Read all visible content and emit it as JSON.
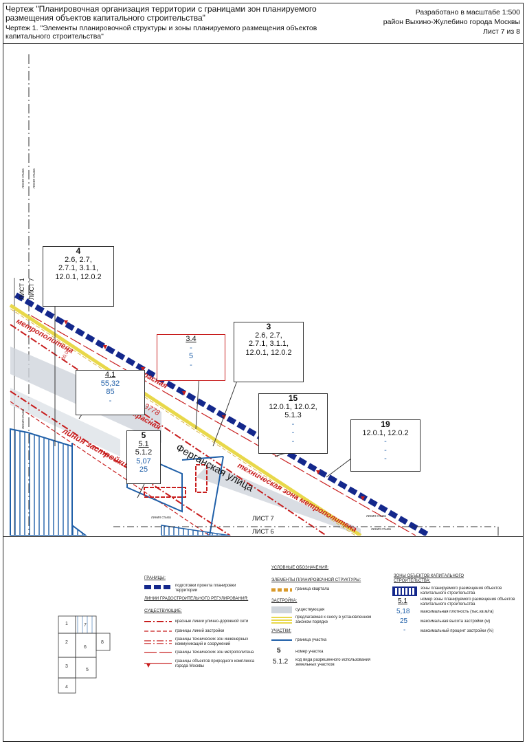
{
  "header": {
    "title": "Чертеж \"Планировочная организация территории с границами зон планируемого размещения объектов капитального строительства\"",
    "subtitle": "Чертеж 1. \"Элементы планировочной структуры и зоны планируемого размещения объектов капитального строительства\"",
    "scale": "Разработано в масштабе 1:500",
    "district": "район Выхино-Жулебино города Москвы",
    "sheet": "Лист 7 из 8"
  },
  "map": {
    "street_name": "Ферганская улица",
    "passage_name": "проезд 3778",
    "red_line_1": "красная",
    "red_line_2": "красная",
    "build_line": "линия застройки",
    "metro_zone_1": "метрополитена",
    "metro_zone_2": "техническая зона метрополитена",
    "sheet_1": "ЛИСТ 1",
    "sheet_7": "ЛИСТ 7",
    "sheet_7b": "ЛИСТ 7",
    "sheet_6": "ЛИСТ 6",
    "joint_line": "линия стыка",
    "dimension": "30,00",
    "callouts": [
      {
        "num": "4",
        "lines": [
          "2.6, 2.7,",
          "2.7.1, 3.1.1,",
          "12.0.1, 12.0.2"
        ]
      },
      {
        "num": "3",
        "lines": [
          "2.6, 2.7,",
          "2.7.1, 3.1.1,",
          "12.0.1, 12.0.2"
        ]
      },
      {
        "num": "3.4",
        "lines": [
          "-",
          "5",
          "-"
        ]
      },
      {
        "num": "4.1",
        "lines": [
          "55,32",
          "85",
          "-"
        ]
      },
      {
        "num": "15",
        "lines": [
          "12.0.1, 12.0.2,",
          "5.1.3",
          "-",
          "-",
          "-"
        ]
      },
      {
        "num": "19",
        "lines": [
          "12.0.1, 12.0.2",
          "-",
          "-",
          "-"
        ]
      },
      {
        "num": "5",
        "lines": [
          "5.1",
          "5.1.2",
          "5,07",
          "25"
        ]
      }
    ]
  },
  "legend": {
    "borders_head": "Границы:",
    "borders_item": "подготовки проекта планировки территории",
    "reg_head": "Линии градостроительного регулирования:",
    "existing_head": "Существующие:",
    "reg_items": [
      "красные линии улично-дорожной сети",
      "границы линий застройки",
      "границы технических зон инженерных коммуникаций и сооружений",
      "границы технических зон метрополитена",
      "границы объектов природного комплекса города Москвы"
    ],
    "symbols_head": "Условные обозначения:",
    "plan_head": "Элементы планировочной структуры:",
    "plan_item": "граница квартала",
    "build_head": "Застройка:",
    "build_items": [
      "существующая",
      "предлагаемая к сносу в установленном законом порядке"
    ],
    "plots_head": "Участки:",
    "plot_items": [
      "граница участка",
      "номер участка",
      "код вида разрешенного использования земельных участков"
    ],
    "plot_num_example": "5",
    "plot_code_example": "5.1.2",
    "zones_head": "Зоны объектов капитального строительства:",
    "zone_items": [
      "зоны планируемого размещения объектов капитального строительства",
      "номер зоны планируемого размещения объектов капитального строительства",
      "максимальная плотность (тыс.кв.м/га)",
      "максимальная высота застройки (м)",
      "максимальный процент застройки (%)"
    ],
    "zone_examples": [
      "5.1",
      "5,18",
      "25",
      "-"
    ],
    "key_sheets": [
      "1",
      "2",
      "3",
      "4",
      "5",
      "6",
      "7",
      "8"
    ]
  },
  "colors": {
    "border_blue": "#14288c",
    "red_line": "#c81e1e",
    "plot_blue": "#1f5fa8",
    "metro_yellow": "#e8d84a",
    "gray_fill": "#cfd5dc",
    "quarter_orange": "#d99a2b"
  }
}
